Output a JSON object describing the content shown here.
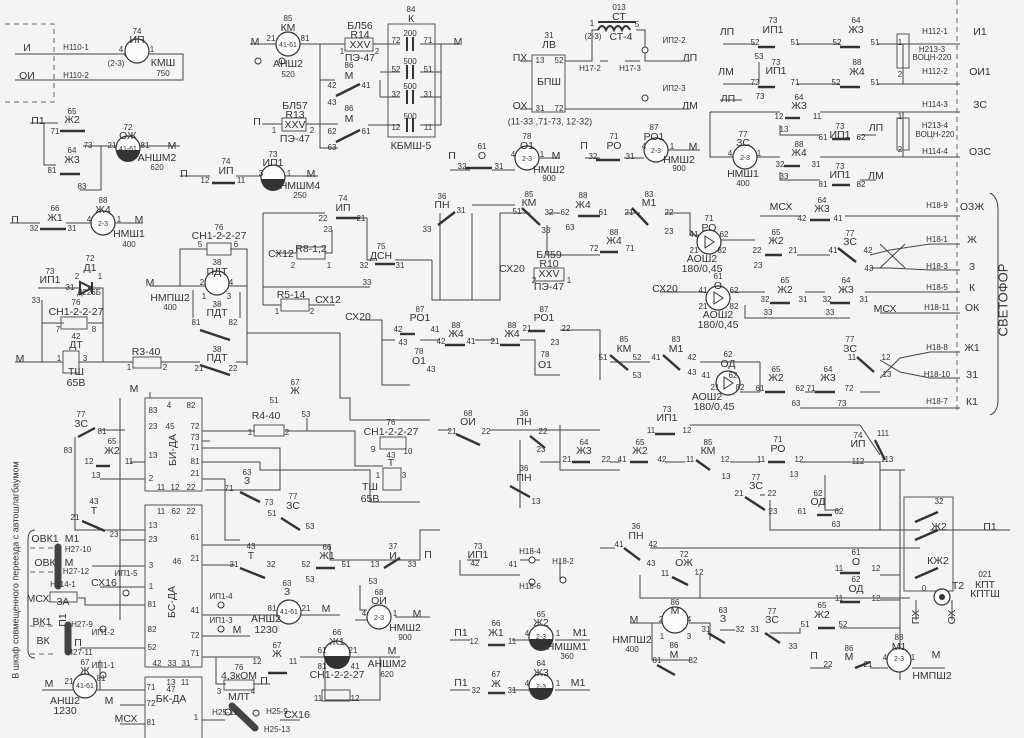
{
  "kmsh": [
    "И",
    "ОИ",
    "Н110-1",
    "Н110-2",
    "74",
    "ИП",
    "4",
    "1",
    "(2-3)",
    "КМШ",
    "750"
  ],
  "km_ansh": [
    "85",
    "КМ",
    "М",
    "21",
    "81",
    "41-61",
    "АНШ2",
    "520"
  ],
  "r14": [
    "БЛ56",
    "R14",
    "XXV",
    "1",
    "2",
    "ПЭ-47"
  ],
  "r13": [
    "П",
    "БЛ57",
    "R13",
    "XXV",
    "1",
    "2",
    "ПЭ-47"
  ],
  "k_block": [
    "84",
    "К",
    "72",
    "200",
    "71",
    "52",
    "500",
    "51",
    "32",
    "500",
    "31",
    "12",
    "500",
    "11",
    "КБМШ-5",
    "М"
  ],
  "m_contacts": [
    "86",
    "М",
    "42",
    "43",
    "41",
    "86",
    "М",
    "62",
    "63",
    "61"
  ],
  "j2j3": [
    "П1",
    "65",
    "Ж2",
    "71",
    "64",
    "Ж3",
    "81"
  ],
  "oj": [
    "73",
    "72",
    "ОЖ",
    "21",
    "81",
    "41-61",
    "М",
    "АНШМ2",
    "620",
    "83"
  ],
  "nmshm4": [
    "П",
    "74",
    "ИП",
    "12",
    "11",
    "73",
    "ИП1",
    "3",
    "1",
    "М",
    "НМШМ4",
    "250"
  ],
  "nmsh1a": [
    "П",
    "66",
    "Ж1",
    "32",
    "31",
    "88",
    "Ж4",
    "4",
    "1",
    "М",
    "2-3",
    "НМШ1",
    "400"
  ],
  "d1": [
    "73",
    "ИП1",
    "72",
    "Д1",
    "2",
    "1",
    "31",
    "Д226Б",
    "33"
  ],
  "dt": [
    "76",
    "СН1-2-2-27",
    "7",
    "8",
    "42",
    "ДТ",
    "М",
    "1",
    "3",
    "ТШ",
    "65В"
  ],
  "pdt": [
    "76",
    "СН1-2-2-27",
    "5",
    "6",
    "38",
    "ПДТ",
    "М",
    "2",
    "4",
    "1",
    "3",
    "НМПШ2",
    "400",
    "38",
    "ПДТ",
    "81",
    "82"
  ],
  "r8": [
    "74",
    "ИП",
    "22",
    "21",
    "23",
    "СХ12",
    "R8-1,2",
    "2",
    "1",
    "75",
    "ДСН",
    "32",
    "31",
    "33"
  ],
  "r5": [
    "R5-14",
    "СХ12",
    "1",
    "2"
  ],
  "r3": [
    "R3-40",
    "1",
    "2",
    "38",
    "ПДТ",
    "21",
    "22"
  ],
  "bi_da": [
    "М",
    "4",
    "82",
    "83",
    "23",
    "45",
    "13",
    "2",
    "72",
    "73",
    "71",
    "81",
    "21",
    "11",
    "12",
    "22",
    "БИ-ДА"
  ],
  "zs_j2": [
    "77",
    "ЗС",
    "81",
    "83",
    "65",
    "Ж2",
    "12",
    "11",
    "13",
    "43",
    "Т",
    "21",
    "23"
  ],
  "bs_da": [
    "11",
    "62",
    "22",
    "13",
    "23",
    "3",
    "1",
    "81",
    "82",
    "52",
    "61",
    "21",
    "41",
    "72",
    "71",
    "42",
    "33",
    "31",
    "46",
    "БС-ДА"
  ],
  "cabinet": [
    "ОВК1",
    "М1",
    "Н27-10",
    "ОВК",
    "М",
    "Н27-12",
    "СХ16",
    "ИП1-5",
    "МСХ",
    "Н114-1",
    "3А",
    "ВК1",
    "П1",
    "Н27-9",
    "ВК",
    "П",
    "Н27-11",
    "ИП1-2",
    "В шкаф совмещенного переезда с автошлагбаумом"
  ],
  "bk_da": [
    "67",
    "Ж",
    "ИП1-1",
    "21",
    "81",
    "41-61",
    "М",
    "АНШ2",
    "1230",
    "13",
    "11",
    "71",
    "47",
    "БК-ДА",
    "72",
    "М",
    "МСХ",
    "81",
    "1",
    "Н25-11",
    "Н25-9",
    "СХ16",
    "Н25-13"
  ],
  "r4": [
    "R4-40",
    "1",
    "2",
    "53",
    "67",
    "Ж",
    "51"
  ],
  "tsh2": [
    "76",
    "СН1-2-2-27",
    "9",
    "10",
    "43",
    "Т",
    "1",
    "3",
    "ТШ",
    "65В"
  ],
  "z_zs": [
    "63",
    "З",
    "71",
    "73",
    "77",
    "ЗС",
    "51",
    "53",
    "43",
    "Т",
    "31",
    "32",
    "66",
    "Ж1",
    "52",
    "51",
    "37",
    "И",
    "13",
    "53",
    "33",
    "П",
    "53"
  ],
  "z_relay": [
    "ИП1-4",
    "63",
    "З",
    "81",
    "21",
    "41-61",
    "М",
    "АНШ2",
    "1230",
    "ИП1-3",
    "М"
  ],
  "oi_relay": [
    "68",
    "ОИ",
    "4",
    "1",
    "2-3",
    "М",
    "НМШ2",
    "900"
  ],
  "j1_anshm2": [
    "67",
    "Ж",
    "12",
    "11",
    "66",
    "Ж1",
    "61",
    "21",
    "81",
    "41",
    "М",
    "АНШМ2",
    "620",
    "76",
    "СН1-2-2-27",
    "11",
    "12"
  ],
  "mlt": [
    "76",
    "4,3кОМ",
    "3",
    "4",
    "МЛТ",
    "П"
  ],
  "bpsh": [
    "ПХ",
    "ОХ",
    "31",
    "ЛВ",
    "13",
    "52",
    "БПШ",
    "31",
    "72",
    "(11-33 ,71-73, 12-32)",
    "013",
    "СТ",
    "1",
    "5",
    "(2-3)",
    "СТ-4",
    "Н17-2",
    "Н17-3",
    "ИП2-2",
    "ЛП",
    "ИП2-3",
    "ЛМ"
  ],
  "o1_ro1": [
    "П",
    "61",
    "О",
    "32",
    "31",
    "78",
    "О1",
    "4",
    "1",
    "2-3",
    "М",
    "НМШ2",
    "900",
    "П",
    "71",
    "РО",
    "32",
    "31",
    "87",
    "РО1",
    "4",
    "1",
    "2-3",
    "М",
    "НМШ2",
    "900"
  ],
  "signal_top": [
    "ЛП",
    "73",
    "ИП1",
    "52",
    "51",
    "64",
    "Ж3",
    "52",
    "51",
    "Н112-1",
    "И1",
    "53",
    "ЛМ",
    "73",
    "ИП1",
    "72",
    "71",
    "88",
    "Ж4",
    "52",
    "51",
    "Н112-2",
    "ОИ1",
    "1",
    "2",
    "Н213-3",
    "ВОЦН-220"
  ],
  "signal_zs": [
    "ЛП",
    "73",
    "64",
    "Ж3",
    "12",
    "11",
    "Н114-3",
    "ЗС",
    "13",
    "73",
    "ИП1",
    "ЛП",
    "61",
    "62",
    "77",
    "ЗС",
    "4",
    "1",
    "2-3",
    "НМШ1",
    "400",
    "88",
    "Ж4",
    "32",
    "31",
    "Н114-4",
    "ОЗС",
    "33",
    "73",
    "ИП1",
    "ЛМ",
    "81",
    "82",
    "1",
    "2",
    "Н213-4",
    "ВОЦН-220"
  ],
  "ro_block": [
    "36",
    "ПН",
    "31",
    "33",
    "85",
    "КМ",
    "51",
    "33",
    "88",
    "Ж4",
    "32",
    "62",
    "61",
    "63",
    "83",
    "М1",
    "21",
    "22",
    "23",
    "71",
    "РО",
    "41",
    "62",
    "21",
    "82",
    "АОШ2",
    "180/0,45",
    "88",
    "Ж4",
    "72",
    "71",
    "65",
    "Ж2",
    "22",
    "21",
    "23",
    "77",
    "ЗС",
    "41",
    "42",
    "43",
    "БЛ59",
    "R10",
    "XXV",
    "2",
    "1",
    "ПЭ-47",
    "СХ20"
  ],
  "o_block": [
    "СХ20",
    "61",
    "О",
    "41",
    "62",
    "21",
    "82",
    "АОШ2",
    "180/0,45",
    "65",
    "Ж2",
    "32",
    "31",
    "64",
    "Ж3",
    "32",
    "31",
    "33",
    "33",
    "МСХ",
    "МСХ",
    "64",
    "Ж3",
    "42",
    "41"
  ],
  "svetofor": [
    "Н18-9",
    "ОЗЖ",
    "Н18-1",
    "Ж",
    "Н18-3",
    "З",
    "Н18-5",
    "К",
    "Н18-11",
    "ОК",
    "Н18-8",
    "Ж1",
    "Н18-10",
    "З1",
    "Н18-7",
    "К1",
    "СВЕТОФОР"
  ],
  "od_block": [
    "87",
    "РО1",
    "21",
    "22",
    "23",
    "78",
    "О1",
    "85",
    "КМ",
    "51",
    "52",
    "53",
    "83",
    "М1",
    "41",
    "42",
    "43",
    "62",
    "ОД",
    "41",
    "62",
    "21",
    "82",
    "АОШ2",
    "180/0,45",
    "65",
    "Ж2",
    "61",
    "62",
    "64",
    "Ж3",
    "71",
    "72",
    "63",
    "73",
    "77",
    "ЗС",
    "11",
    "12",
    "13"
  ],
  "ro1_left": [
    "СХ20",
    "87",
    "РО1",
    "42",
    "41",
    "43",
    "78",
    "О1",
    "43",
    "88",
    "Ж4",
    "42",
    "41",
    "88",
    "Ж4",
    "21"
  ],
  "pn_block": [
    "68",
    "ОИ",
    "21",
    "22",
    "36",
    "ПН",
    "22",
    "23",
    "36",
    "ПН",
    "13",
    "73",
    "ИП1",
    "11",
    "12",
    "64",
    "Ж3",
    "21",
    "22",
    "65",
    "Ж2",
    "41",
    "42",
    "85",
    "КМ",
    "11",
    "12",
    "13",
    "71",
    "РО",
    "11",
    "12",
    "74",
    "ИП",
    "111",
    "112",
    "113",
    "77",
    "ЗС",
    "21",
    "22",
    "23",
    "13",
    "62",
    "ОД",
    "61",
    "62",
    "63"
  ],
  "bottom_mid": [
    "73",
    "ИП1",
    "42",
    "41",
    "Н18-4",
    "Н18-6",
    "Н18-2",
    "36",
    "ПН",
    "41",
    "42",
    "43",
    "72",
    "ОЖ",
    "11",
    "12",
    "61",
    "О",
    "11",
    "12",
    "62",
    "ОД",
    "11",
    "12"
  ],
  "kpt": [
    "32",
    "Ж2",
    "КЖ2",
    "П1",
    "021",
    "КПТ",
    "КПТШ",
    "0",
    "Т2",
    "ПХ",
    "ОХ"
  ],
  "bottom_relays": [
    "П1",
    "66",
    "Ж1",
    "12",
    "11",
    "65",
    "Ж2",
    "4",
    "1",
    "2-3",
    "М1",
    "НМШМ1",
    "360",
    "П1",
    "67",
    "Ж",
    "32",
    "31",
    "64",
    "Ж3",
    "4",
    "1",
    "2-3",
    "М1"
  ],
  "m_block": [
    "М",
    "86",
    "М",
    "2",
    "4",
    "1",
    "3",
    "НМПШ2",
    "400",
    "86",
    "М",
    "81",
    "82",
    "63",
    "З",
    "31",
    "77",
    "ЗС",
    "32",
    "31",
    "33",
    "65",
    "Ж2",
    "51",
    "52",
    "П",
    "86",
    "М",
    "22",
    "21",
    "83",
    "М1",
    "4",
    "1",
    "2-3",
    "М",
    "НМПШ2"
  ]
}
